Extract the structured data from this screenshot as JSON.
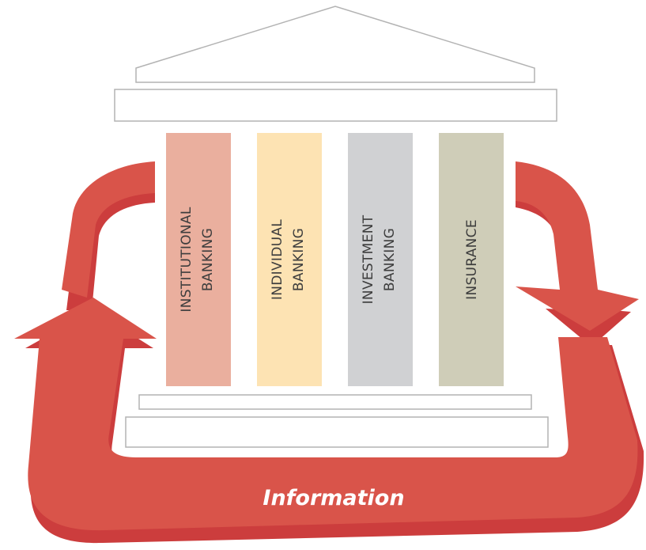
{
  "pillars": [
    {
      "line1": "INSTITUTIONAL",
      "line2": "BANKING",
      "color": "#eaaf9e"
    },
    {
      "line1": "INDIVIDUAL",
      "line2": "BANKING",
      "color": "#fde3b3"
    },
    {
      "line1": "INVESTMENT",
      "line2": "BANKING",
      "color": "#d0d1d3"
    },
    {
      "line1": "INSURANCE",
      "line2": "",
      "color": "#cfcdb8"
    }
  ],
  "flow": {
    "label": "Information",
    "arrow_color": "#d9544a",
    "arrow_shadow_color": "#cc3d3d"
  }
}
